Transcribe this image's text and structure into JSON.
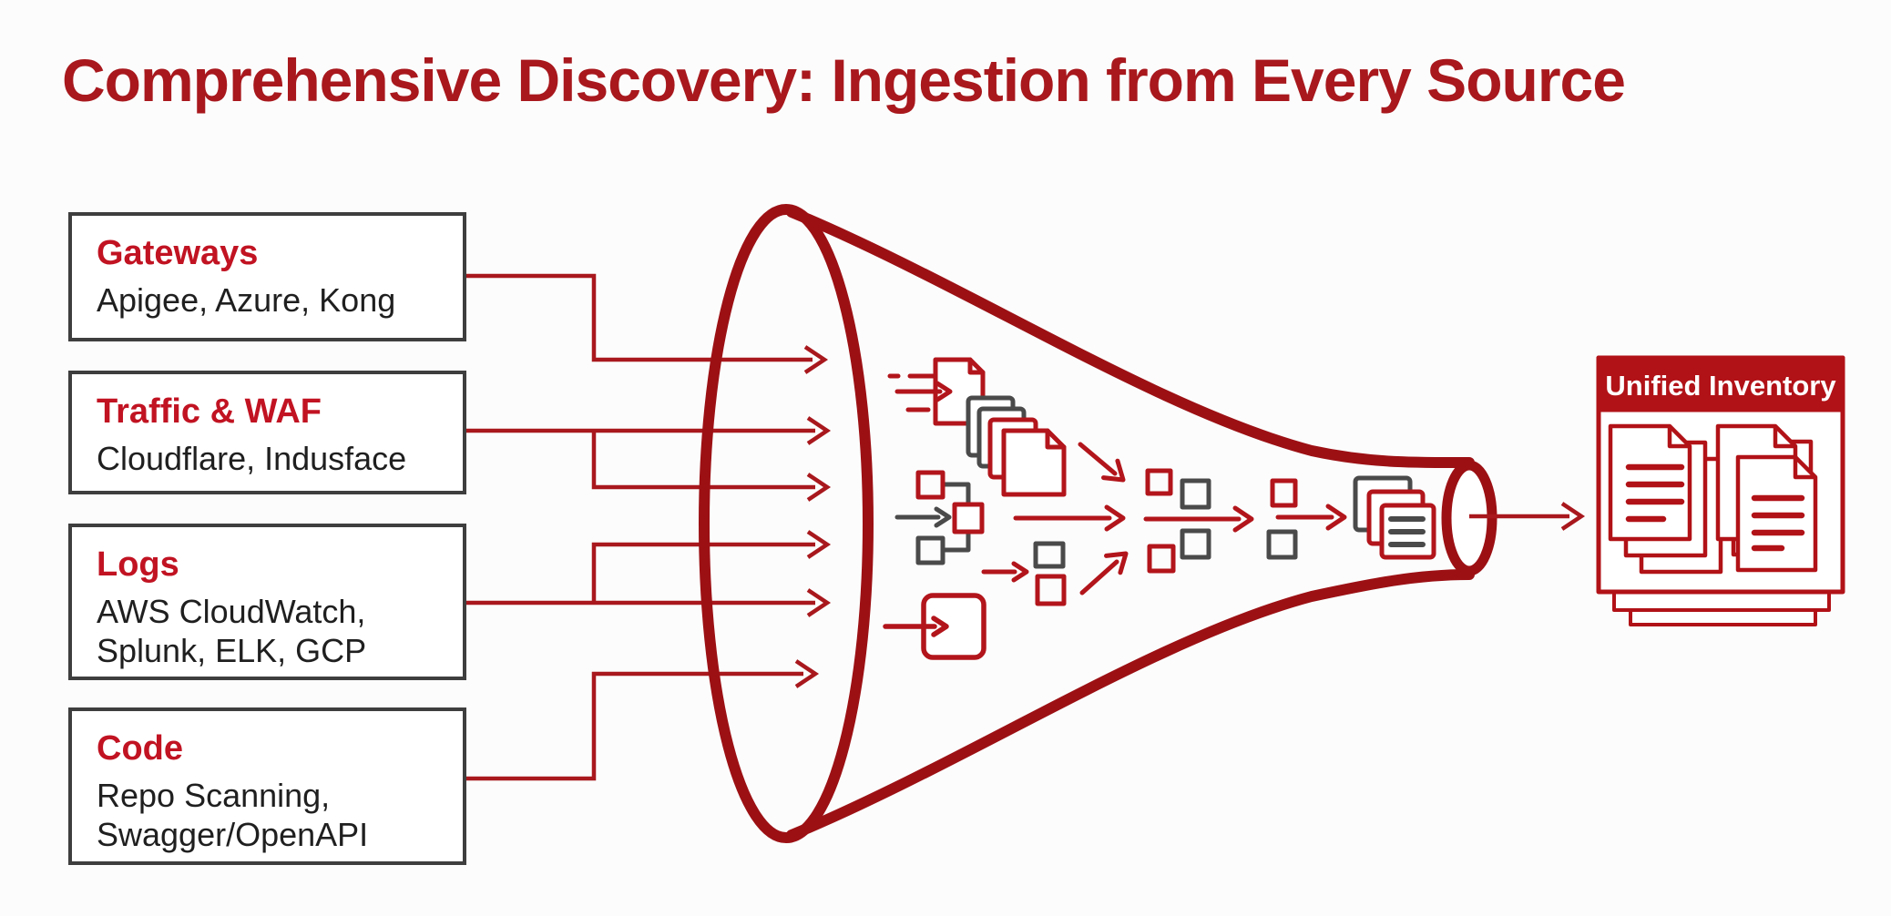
{
  "title": "Comprehensive Discovery: Ingestion from Every Source",
  "sources": [
    {
      "heading": "Gateways",
      "lines": [
        "Apigee, Azure, Kong"
      ]
    },
    {
      "heading": "Traffic & WAF",
      "lines": [
        "Cloudflare, Indusface"
      ]
    },
    {
      "heading": "Logs",
      "lines": [
        "AWS CloudWatch,",
        "Splunk, ELK, GCP"
      ]
    },
    {
      "heading": "Code",
      "lines": [
        "Repo Scanning,",
        "Swagger/OpenAPI"
      ]
    }
  ],
  "output": {
    "label": "Unified Inventory"
  },
  "colors": {
    "title_red": "#A8181D",
    "connector_red": "#A8181D",
    "funnel_red": "#9C1014",
    "heading_red": "#C11322",
    "inventory_red": "#B11217",
    "icon_red": "#B2151B",
    "icon_gray": "#4A4A4A",
    "box_border_gray": "#3E3E3E",
    "body_text": "#1F1F1F"
  }
}
